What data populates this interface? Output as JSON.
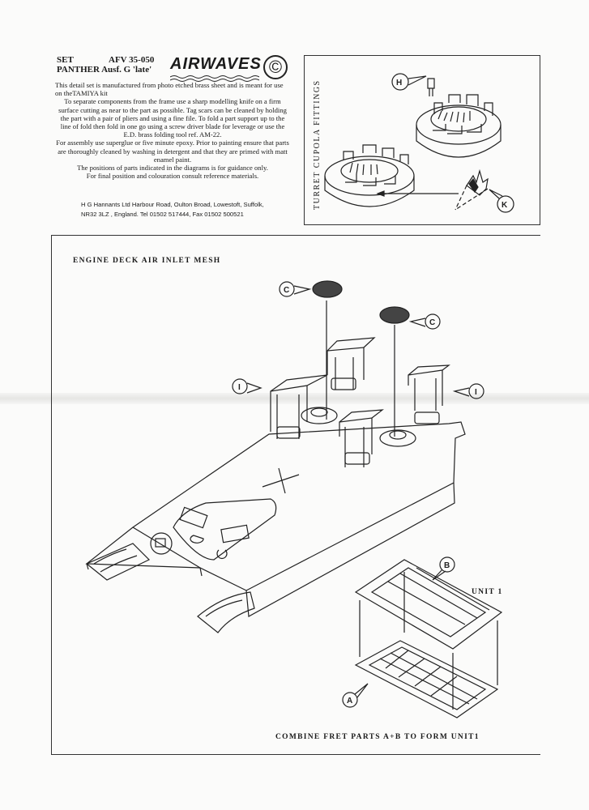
{
  "header": {
    "set_label": "SET",
    "code": "AFV 35-050",
    "title": "PANTHER Ausf. G 'late'",
    "brand": "AIRWAVES",
    "copyright": "©"
  },
  "instructions": [
    "This detail set is manufactured from photo etched brass sheet and is meant for use on theTAMIYA kit",
    "To separate components from the frame use a sharp modelling knife on a firm surface cutting as near to the part as possible.  Tag scars can be cleaned by holding the part with a pair of pliers and using a fine file.  To fold a part support up to the line of fold then fold in one go using a screw driver blade for leverage or use the E.D. brass folding tool ref.  AM-22.",
    "For assembly use superglue or five minute epoxy.  Prior to painting ensure that parts are thoroughly cleaned by washing in detergent and that they are primed with matt enamel paint.",
    "The positions of parts indicated in the diagrams is for guidance only.",
    "For final position and colouration consult reference materials."
  ],
  "address": {
    "line1": "H G Hannants Ltd Harbour Road, Oulton Broad, Lowestoft, Suffolk,",
    "line2": "NR32 3LZ , England. Tel 01502 517444, Fax 01502 500521"
  },
  "turret_panel": {
    "title": "TURRET CUPOLA FITTINGS",
    "callouts": [
      "H",
      "K"
    ]
  },
  "engine_panel": {
    "title": "ENGINE DECK AIR INLET MESH",
    "callouts": [
      "C",
      "C",
      "I",
      "I",
      "B",
      "A"
    ],
    "unit_label": "UNIT 1",
    "footer": "COMBINE FRET PARTS A+B TO FORM UNIT1"
  }
}
